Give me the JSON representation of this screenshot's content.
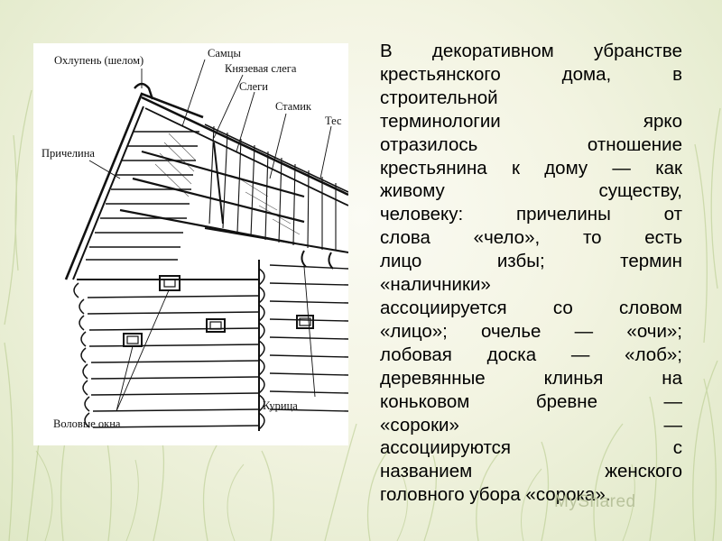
{
  "figure": {
    "labels": {
      "ohlupen": "Охлупень (шелом)",
      "samcy": "Самцы",
      "knyazevaya": "Князевая слега",
      "slegi": "Слеги",
      "stamik": "Стамик",
      "tes": "Тес",
      "prichelina": "Причелина",
      "kuritsa": "Курица",
      "volokovye": "Воловые окна"
    }
  },
  "text": {
    "lines": [
      "В декоративном убранстве",
      "крестьянского дома, в",
      "строительной",
      "терминологии ярко",
      "отразилось отношение",
      "крестьянина к дому — как",
      "живому существу,",
      "человеку: причелины от",
      "слова «чело», то есть",
      "лицо избы; термин",
      "«наличники»",
      "ассоциируется со словом",
      "«лицо»; очелье — «очи»;",
      "лобовая доска — «лоб»;",
      "деревянные клинья на",
      "коньковом бревне —",
      "«сороки» —",
      "ассоциируются с",
      "названием женского",
      "головного убора «сорока»."
    ]
  },
  "watermark": "MyShared"
}
